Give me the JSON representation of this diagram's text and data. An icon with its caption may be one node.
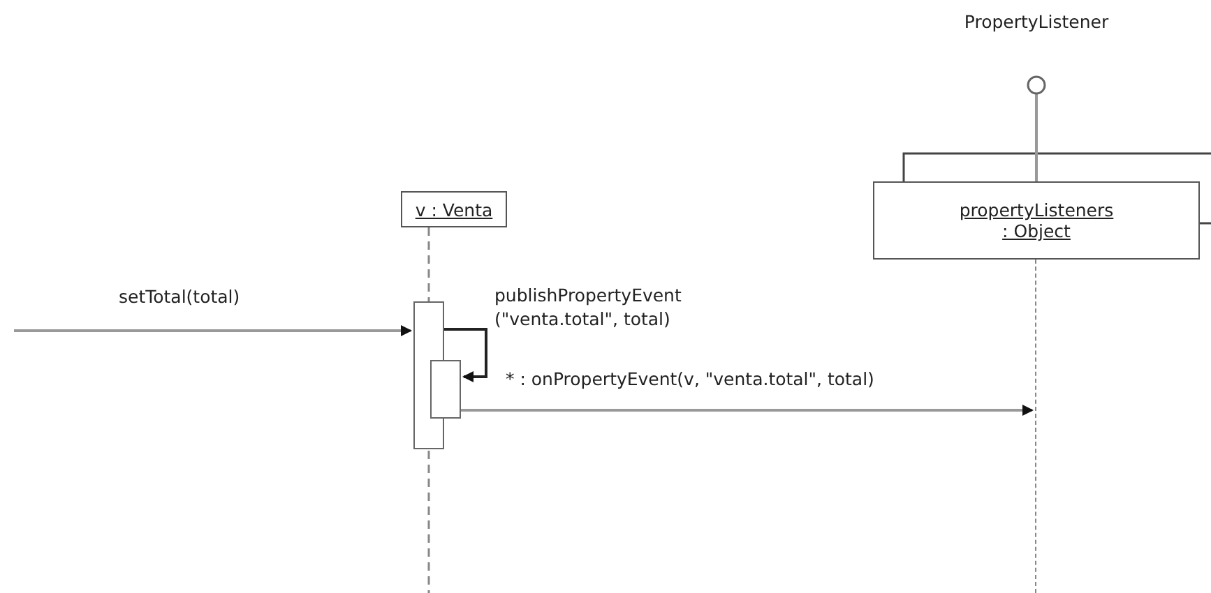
{
  "diagram": {
    "nodes": [
      {
        "text": [
          "v : Venta"
        ]
      },
      {
        "text": [
          "PropertyListener"
        ]
      },
      {
        "text": [
          "propertyListeners : Object"
        ]
      },
      {
        "text": [],
        "shape": "bar"
      },
      {
        "text": [],
        "shape": "bar"
      },
      {
        "text": [],
        "shape": "line"
      }
    ],
    "edges": [
      {
        "from": null,
        "to": 3,
        "arrow": "to",
        "label": "setTotal(total)"
      },
      {
        "from": 3,
        "to": 4,
        "arrow": "to",
        "color": "#222222",
        "label": "publishPropertyEvent (\"venta.total\", total)"
      },
      {
        "from": 4,
        "to": 5,
        "arrow": "to",
        "label": "* : onPropertyEvent(v, \"venta.total\", total)"
      },
      {
        "from": 2,
        "to": 1,
        "arrow": "none"
      }
    ]
  }
}
